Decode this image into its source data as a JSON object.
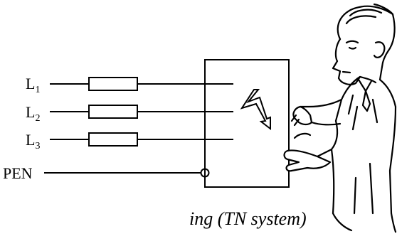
{
  "diagram": {
    "phases": [
      {
        "letter": "L",
        "index": "1"
      },
      {
        "letter": "L",
        "index": "2"
      },
      {
        "letter": "L",
        "index": "3"
      }
    ],
    "pen_label": "PEN",
    "caption": "ing (TN system)"
  }
}
